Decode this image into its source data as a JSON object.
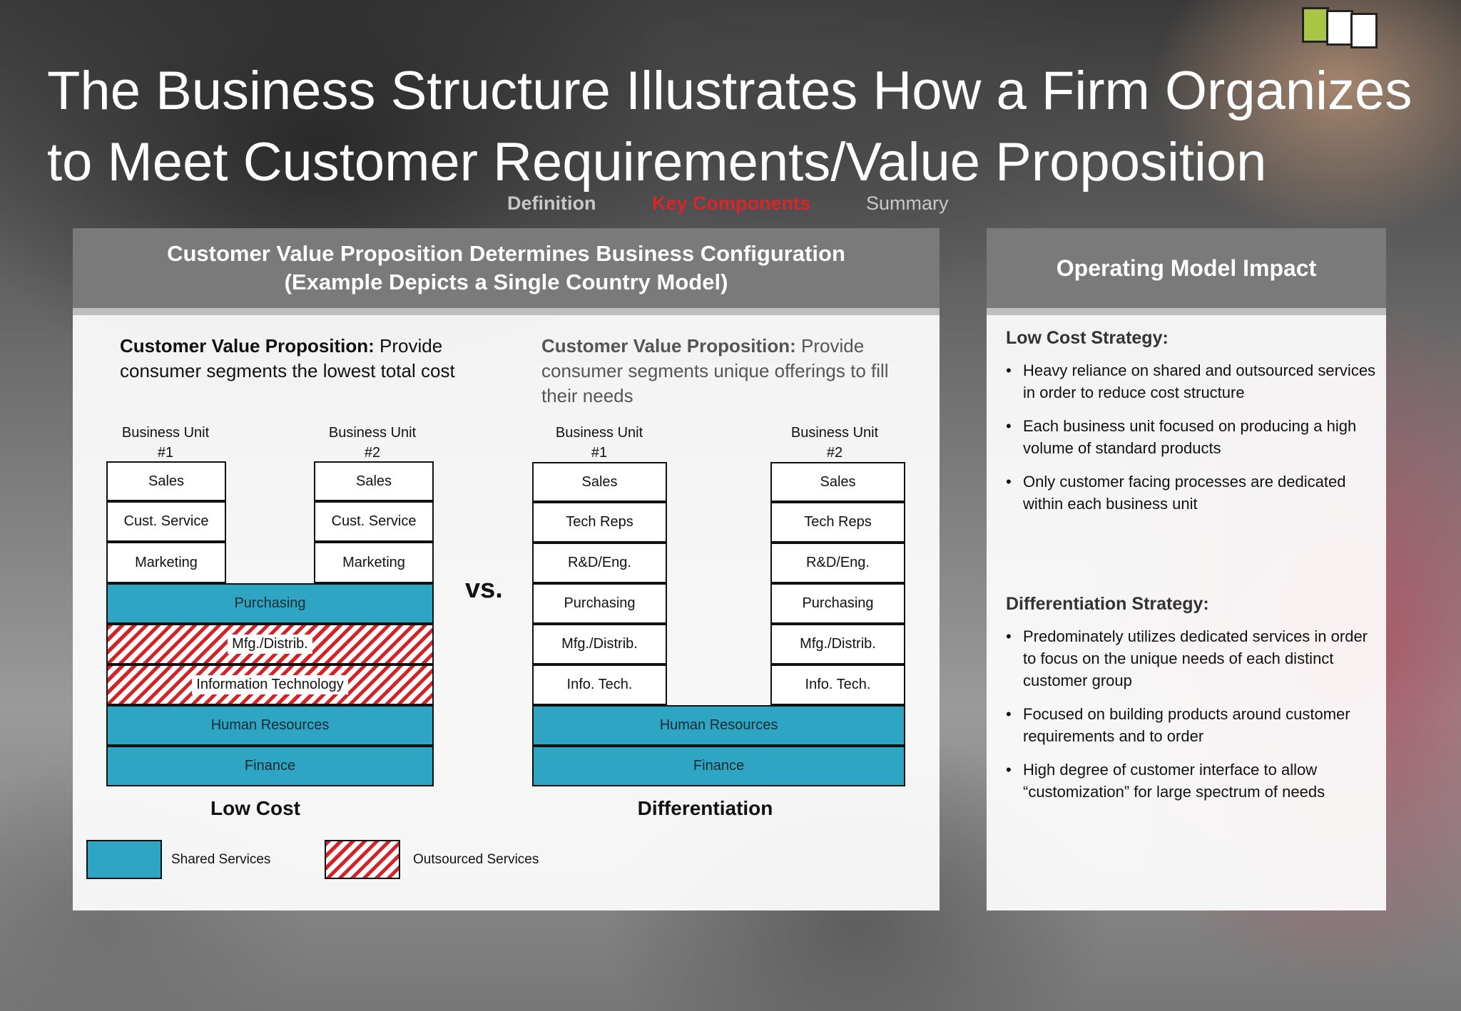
{
  "title": "The Business Structure Illustrates How a Firm Organizes to Meet Customer Requirements/Value Proposition",
  "nav": {
    "definition": "Definition",
    "key_components": "Key Components",
    "summary": "Summary"
  },
  "left_panel": {
    "header_line1": "Customer Value Proposition Determines Business Configuration",
    "header_line2": "(Example Depicts a Single Country Model)",
    "low_cost": {
      "cvp_label": "Customer Value Proposition:",
      "cvp_text": " Provide consumer segments the lowest total cost",
      "bu1_label": "Business Unit #1",
      "bu2_label": "Business Unit #2",
      "bu1_rows": [
        "Sales",
        "Cust. Service",
        "Marketing"
      ],
      "bu2_rows": [
        "Sales",
        "Cust. Service",
        "Marketing"
      ],
      "purchasing": "Purchasing",
      "mfg": "Mfg./Distrib.",
      "it": "Information Technology",
      "hr": "Human Resources",
      "finance": "Finance",
      "caption": "Low Cost"
    },
    "vs": "vs.",
    "differentiation": {
      "cvp_label": "Customer Value Proposition:",
      "cvp_text": " Provide consumer segments unique offerings to fill their needs",
      "bu1_label": "Business Unit #1",
      "bu2_label": "Business Unit #2",
      "bu1_rows": [
        "Sales",
        "Tech Reps",
        "R&D/Eng.",
        "Purchasing",
        "Mfg./Distrib.",
        "Info. Tech."
      ],
      "bu2_rows": [
        "Sales",
        "Tech Reps",
        "R&D/Eng.",
        "Purchasing",
        "Mfg./Distrib.",
        "Info. Tech."
      ],
      "hr": "Human Resources",
      "finance": "Finance",
      "caption": "Differentiation"
    },
    "legend": {
      "shared": "Shared Services",
      "outsourced": "Outsourced Services"
    }
  },
  "right_panel": {
    "header": "Operating Model Impact",
    "low_cost_title": "Low Cost Strategy:",
    "low_cost_bullets": [
      "Heavy reliance on shared and outsourced services in order to reduce cost structure",
      "Each business unit focused on producing a high volume of standard products",
      "Only customer facing processes are dedicated within each business unit"
    ],
    "diff_title": "Differentiation Strategy:",
    "diff_bullets": [
      "Predominately utilizes dedicated services in order to focus on the unique needs of each distinct customer group",
      "Focused on building products around customer requirements and to order",
      "High degree of customer interface to allow “customization” for large spectrum of needs"
    ]
  },
  "colors": {
    "shared": "#2ea5c3",
    "outsourced": "#d42328",
    "accent_nav": "#d6252b",
    "logo_green": "#a8c545",
    "header_gray": "#7a7a7a"
  }
}
